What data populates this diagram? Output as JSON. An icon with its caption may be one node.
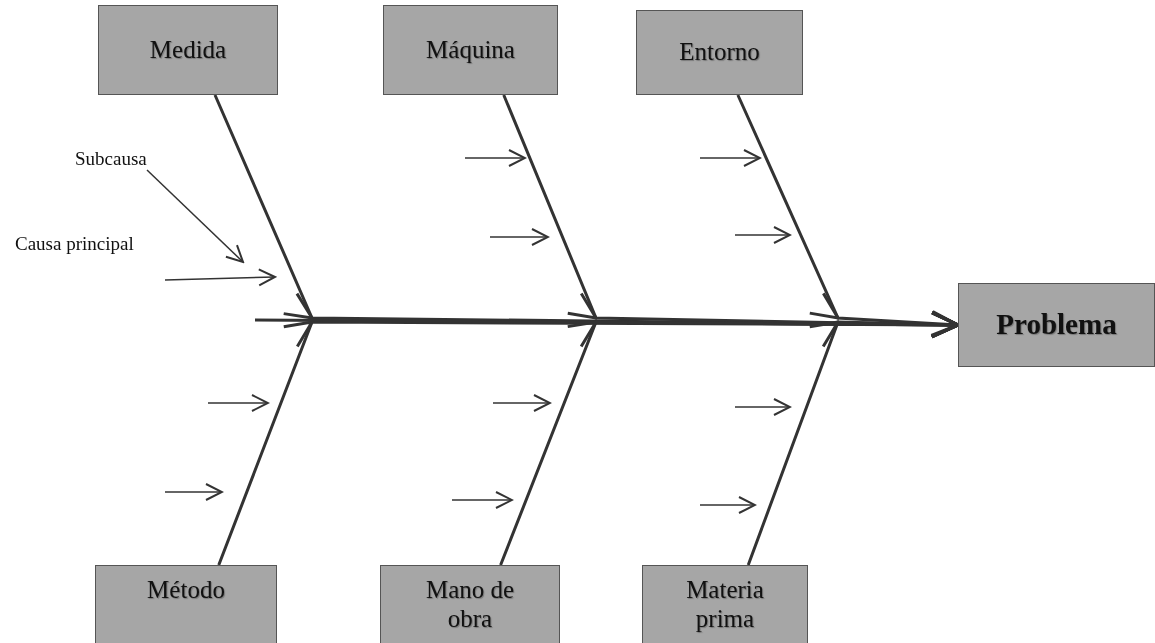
{
  "diagram": {
    "nodes": [
      {
        "text": [
          "Medida"
        ]
      },
      {
        "text": [
          "Máquina"
        ]
      },
      {
        "text": [
          "Entorno"
        ]
      },
      {
        "text": [
          "Problema"
        ]
      },
      {
        "text": [
          "Método"
        ]
      },
      {
        "text": [
          "Mano de obra"
        ]
      },
      {
        "text": [
          "Materia prima"
        ]
      },
      {
        "text": [
          "Subcausa"
        ]
      }
    ],
    "edges": [
      {
        "from": 0,
        "to": 3,
        "arrow": "to"
      },
      {
        "from": 1,
        "to": 3,
        "arrow": "to"
      },
      {
        "from": 2,
        "to": 3,
        "arrow": "to"
      },
      {
        "from": 4,
        "to": 3,
        "arrow": "to"
      },
      {
        "from": 5,
        "to": 3,
        "arrow": "to"
      },
      {
        "from": 6,
        "to": 3,
        "arrow": "to"
      },
      {
        "from": null,
        "to": 3,
        "arrow": "to"
      },
      {
        "from": 7,
        "to": null,
        "arrow": "to"
      }
    ],
    "labels": [
      "Causa principal"
    ]
  }
}
